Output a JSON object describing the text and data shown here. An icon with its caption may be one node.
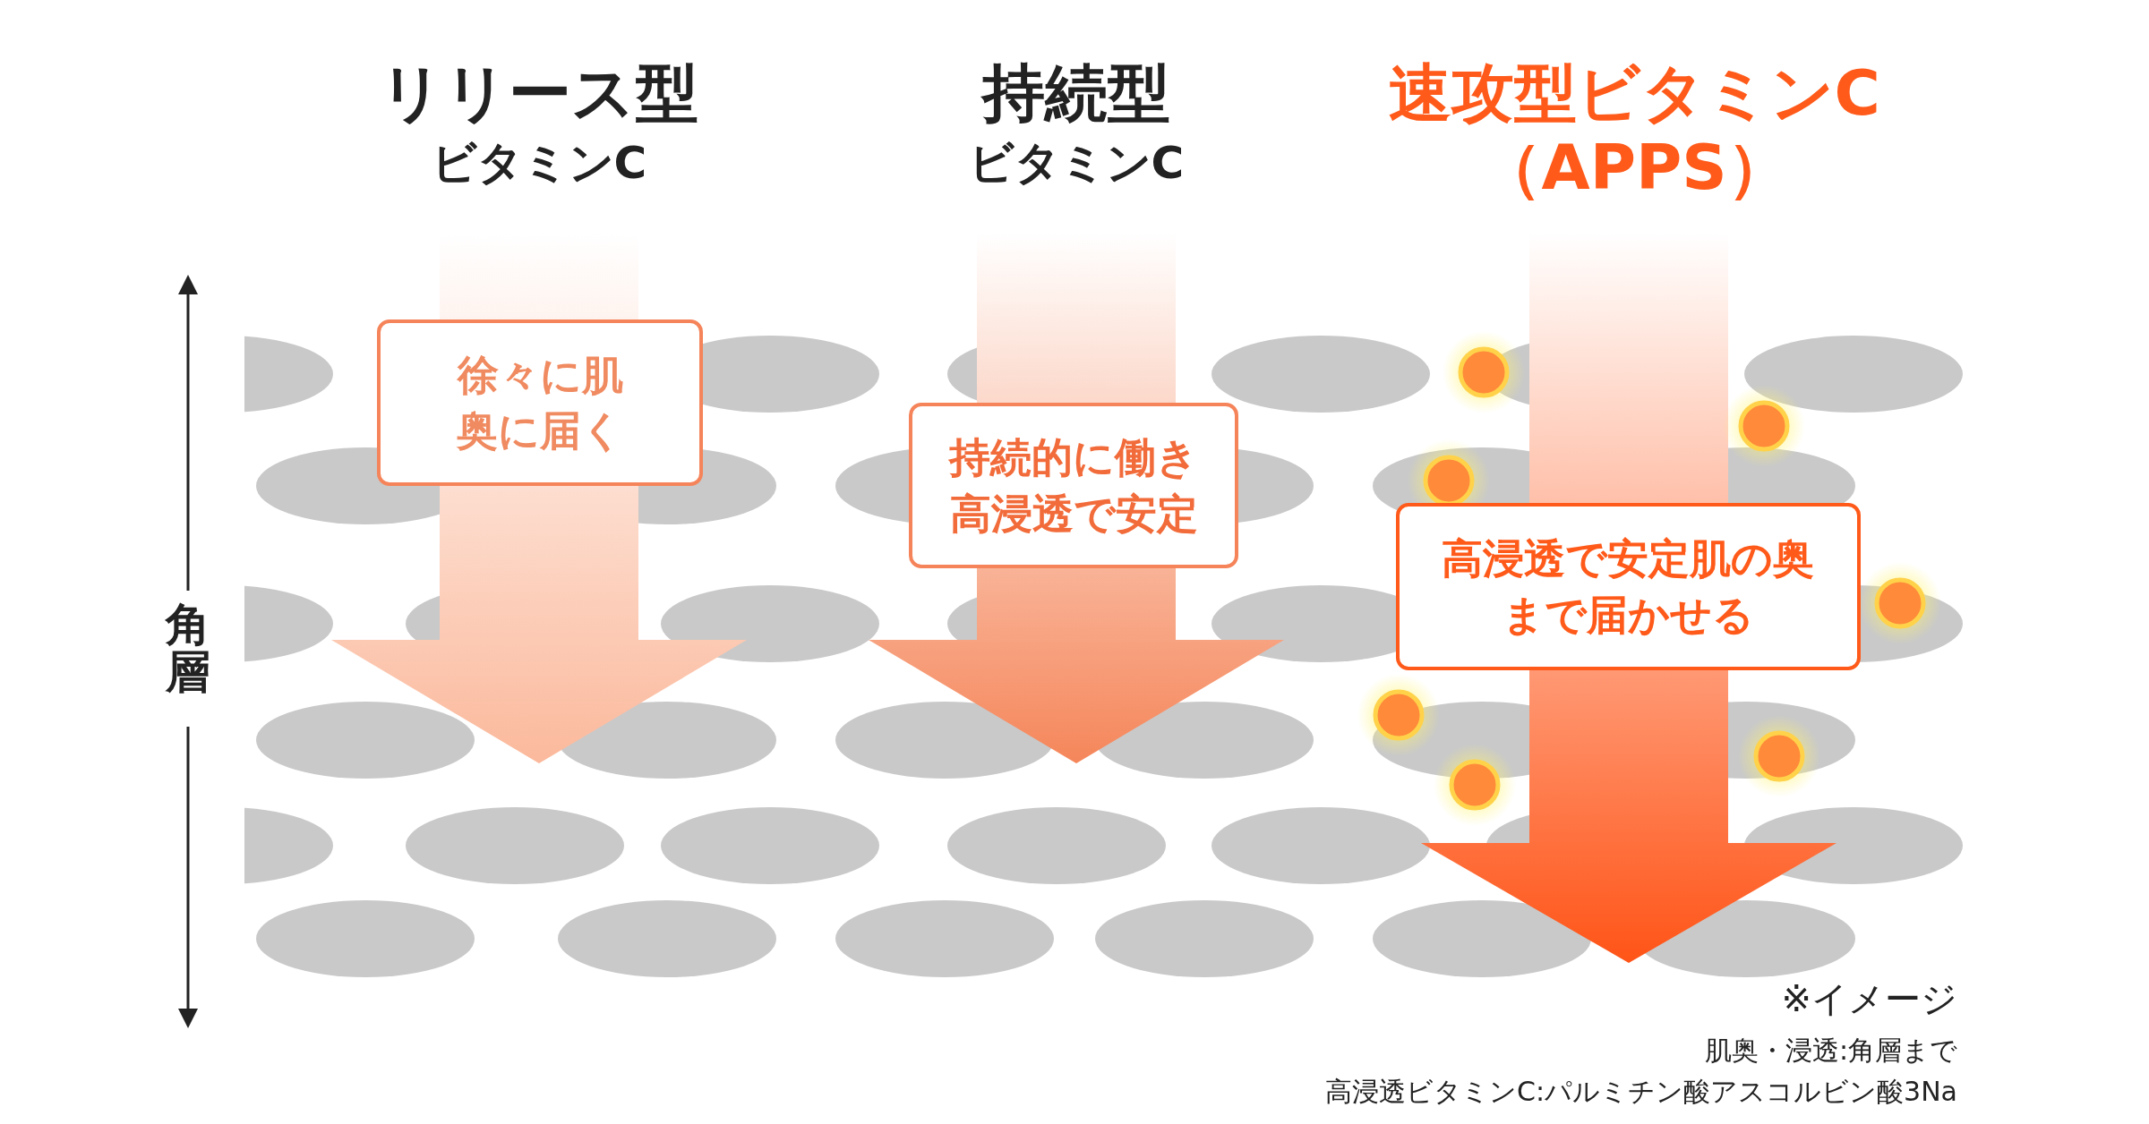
{
  "diagram": {
    "nodes": [
      {
        "text": [
          "徐々に肌奥に届く"
        ]
      },
      {
        "text": [
          "持続的に働き高浸透で安定"
        ]
      },
      {
        "text": [
          "高浸透で安定肌の奥まで届かせる"
        ]
      }
    ],
    "labels": [
      "リリース型",
      "ビタミンC",
      "持続型",
      "ビタミンC",
      "速攻型ビタミンC",
      "（APPS）",
      "角層",
      "※イメージ",
      "肌奥・浸透:角層まで",
      "高浸透ビタミンC:パルミチン酸アスコルビン酸3Na"
    ]
  }
}
